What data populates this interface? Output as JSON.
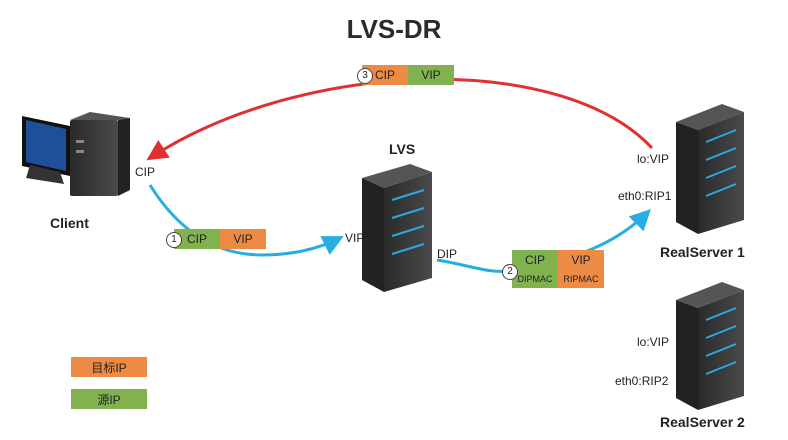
{
  "title": "LVS-DR",
  "nodes": {
    "client": {
      "label": "Client",
      "ip_label": "CIP"
    },
    "lvs": {
      "label": "LVS",
      "vip_label": "VIP",
      "dip_label": "DIP"
    },
    "realserver1": {
      "label": "RealServer  1",
      "lo_label": "lo:VIP",
      "eth_label": "eth0:RIP1"
    },
    "realserver2": {
      "label": "RealServer  2",
      "lo_label": "lo:VIP",
      "eth_label": "eth0:RIP2"
    }
  },
  "packets": {
    "step1": {
      "number": "1",
      "src": "CIP",
      "dst": "VIP"
    },
    "step2": {
      "number": "2",
      "src": "CIP",
      "dst": "VIP",
      "src_mac": "DIPMAC",
      "dst_mac": "RIPMAC"
    },
    "step3": {
      "number": "3",
      "src": "CIP",
      "dst": "VIP"
    }
  },
  "legend": {
    "dest": "目标IP",
    "source": "源IP"
  },
  "colors": {
    "dest": "#ed8a44",
    "source": "#82b24f",
    "request_arrow": "#27aee0",
    "response_arrow": "#e03030"
  }
}
